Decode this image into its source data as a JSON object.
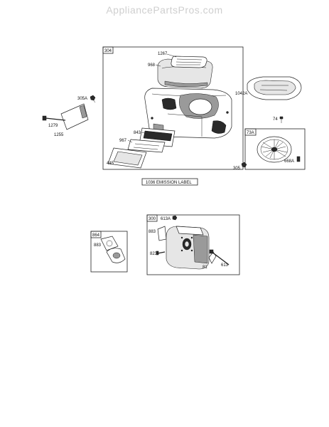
{
  "watermark": "AppliancePartsPros.com",
  "top_group": {
    "box_label": "304",
    "labels": {
      "p1267": "1267",
      "p968": "968",
      "p305a": "305A",
      "p1042a": "1042A",
      "p1279": "1279",
      "p1255": "1255",
      "p843": "843",
      "p967": "967",
      "p445": "445",
      "p74": "74",
      "p305": "305",
      "p73a": "73A",
      "p668a": "668A"
    },
    "emission_label": "1036 EMISSION LABEL"
  },
  "bottom_group": {
    "box864_label": "864",
    "p883_left": "883",
    "box300_label": "300",
    "p613a": "613A",
    "p883_right": "883",
    "p823": "823",
    "p81": "81",
    "p613": "613"
  }
}
